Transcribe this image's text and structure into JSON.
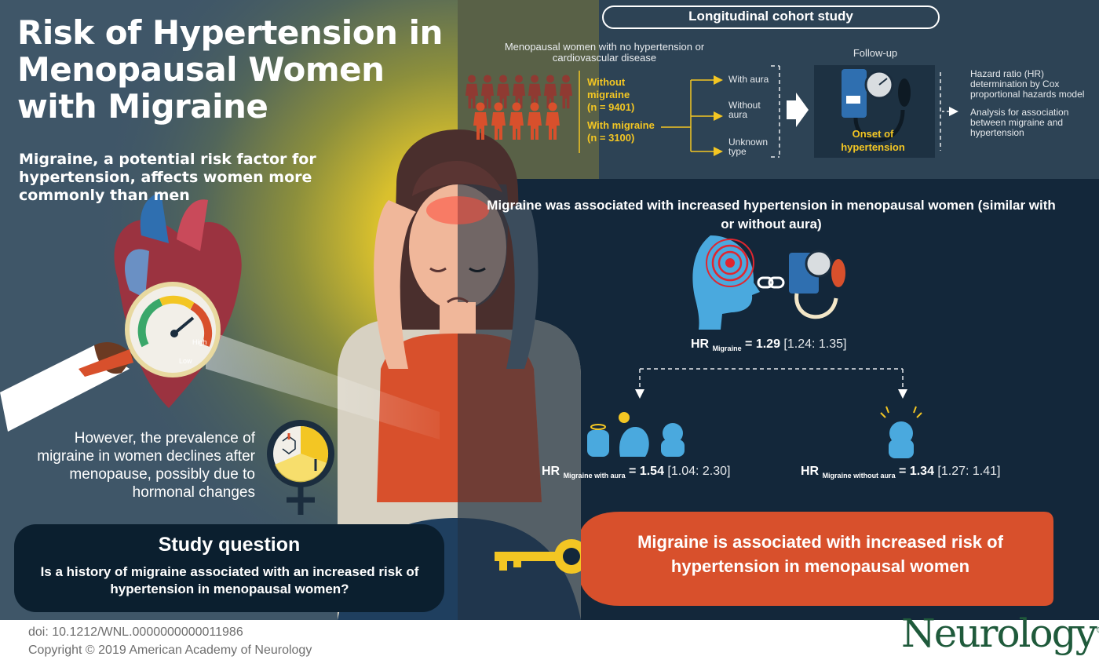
{
  "title": "Risk of Hypertension in Menopausal Women with Migraine",
  "intro": "Migraine, a potential risk factor for hypertension, affects women more commonly than men",
  "gauge": {
    "high_label": "High",
    "low_label": "Low"
  },
  "decline_text": "However, the prevalence of migraine in women declines after menopause, possibly due to hormonal changes",
  "study_question": {
    "title": "Study question",
    "text": "Is a history of migraine associated with an increased risk of hypertension in menopausal women?"
  },
  "cohort": {
    "title": "Longitudinal cohort study",
    "population": "Menopausal women with no hypertension or cardiovascular disease",
    "groups": [
      {
        "label": "Without migraine",
        "n": "(n = 9401)"
      },
      {
        "label": "With migraine",
        "n": "(n = 3100)"
      }
    ],
    "subtypes": [
      "With aura",
      "Without aura",
      "Unknown type"
    ],
    "follow_up": "Follow-up",
    "outcome": "Onset of hypertension",
    "analysis": [
      "Hazard ratio (HR) determination by Cox proportional hazards model",
      "Analysis for association between migraine and hypertension"
    ]
  },
  "finding": "Migraine was associated with increased hypertension in menopausal women (similar with or without aura)",
  "hr_overall": {
    "prefix": "HR",
    "subscript": "Migraine",
    "value": "= 1.29",
    "ci": "[1.24: 1.35]"
  },
  "hr_aura": {
    "prefix": "HR",
    "subscript": "Migraine with aura",
    "value": "= 1.54",
    "ci": "[1.04: 2.30]"
  },
  "hr_no_aura": {
    "prefix": "HR",
    "subscript": "Migraine without aura",
    "value": "= 1.34",
    "ci": "[1.27: 1.41]"
  },
  "conclusion": "Migraine is associated with increased risk of hypertension in menopausal women",
  "footer": {
    "doi": "doi: 10.1212/WNL.0000000000011986",
    "copyright": "Copyright © 2019 American Academy of Neurology",
    "logo": "Neurology",
    "logo_mark": "®"
  },
  "colors": {
    "left_panel": "#3f5668",
    "right_panel": "#13273a",
    "accent_yellow": "#f3c623",
    "accent_orange": "#d8502c",
    "study_box": "#0b1f2f",
    "brand_green": "#1f5a3b"
  }
}
